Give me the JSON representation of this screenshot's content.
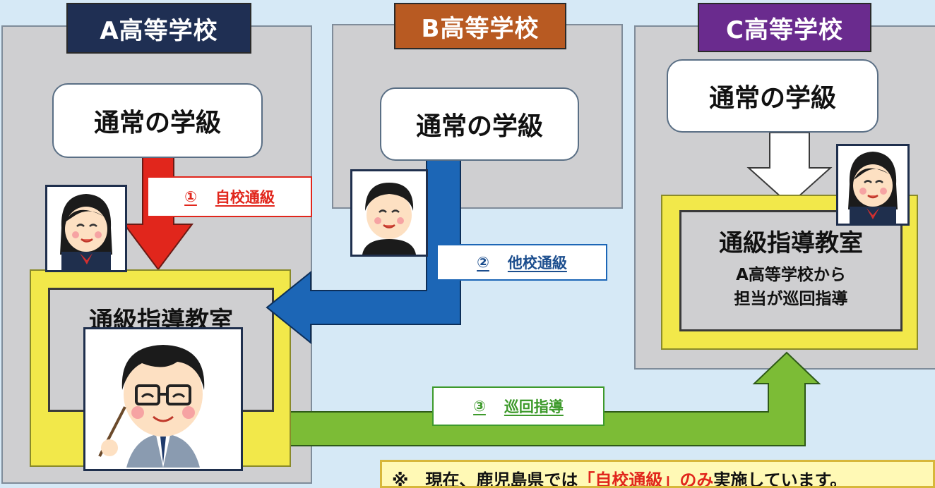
{
  "schools": {
    "a": {
      "name": "A高等学校",
      "color": "#1f2f53"
    },
    "b": {
      "name": "B高等学校",
      "color": "#b85a22"
    },
    "c": {
      "name": "C高等学校",
      "color": "#6a2b8e"
    }
  },
  "regular_class": "通常の学級",
  "guidance_room": "通級指導教室",
  "c_room_note_line1": "A高等学校から",
  "c_room_note_line2": "担当が巡回指導",
  "flows": {
    "self": {
      "num": "①",
      "label": "自校通級",
      "color": "#e1261c"
    },
    "other": {
      "num": "②",
      "label": "他校通級",
      "color": "#1f5ea8"
    },
    "tour": {
      "num": "③",
      "label": "巡回指導",
      "color": "#3e9a2c"
    }
  },
  "note": {
    "prefix": "※　現在、鹿児島県では",
    "highlight": "「自校通級」のみ",
    "suffix": "実施しています。"
  },
  "icons": [
    "student-girl-icon",
    "student-boy-icon",
    "teacher-icon"
  ]
}
